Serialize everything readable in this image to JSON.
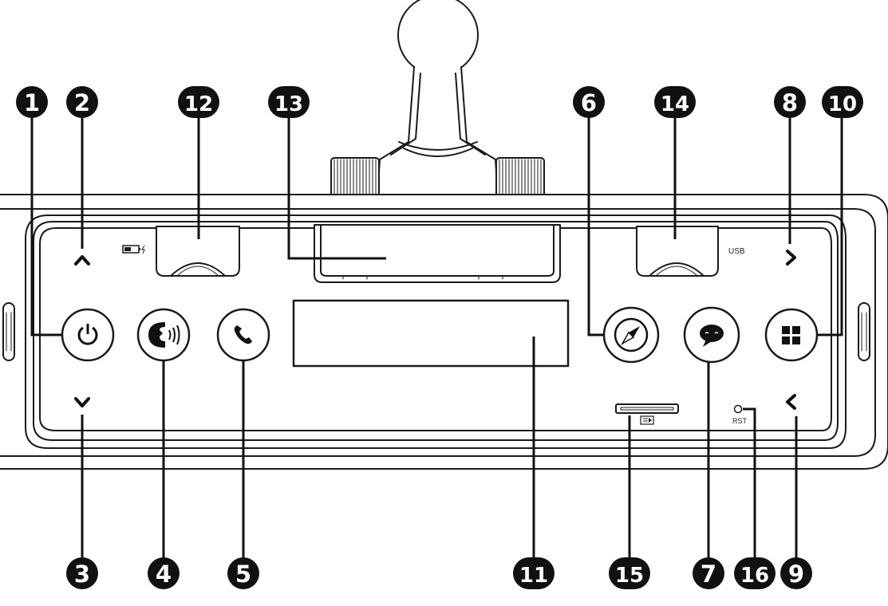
{
  "callouts": [
    "1",
    "2",
    "3",
    "4",
    "5",
    "6",
    "7",
    "8",
    "9",
    "10",
    "11",
    "12",
    "13",
    "14",
    "15",
    "16"
  ],
  "labels": {
    "usb": "USB",
    "reset": "RST"
  },
  "icons": {
    "power": "power-icon",
    "voice": "voice-assistant-icon",
    "phone": "phone-icon",
    "navigation": "compass-icon",
    "message": "message-icon",
    "apps": "apps-grid-icon",
    "up": "chevron-up-icon",
    "down": "chevron-down-icon",
    "next": "chevron-right-icon",
    "prev": "chevron-left-icon",
    "battery": "battery-charging-icon",
    "card": "memory-card-icon"
  },
  "colors": {
    "line": "#1a1a1a",
    "callout_fill": "#111111",
    "background": "#ffffff"
  }
}
